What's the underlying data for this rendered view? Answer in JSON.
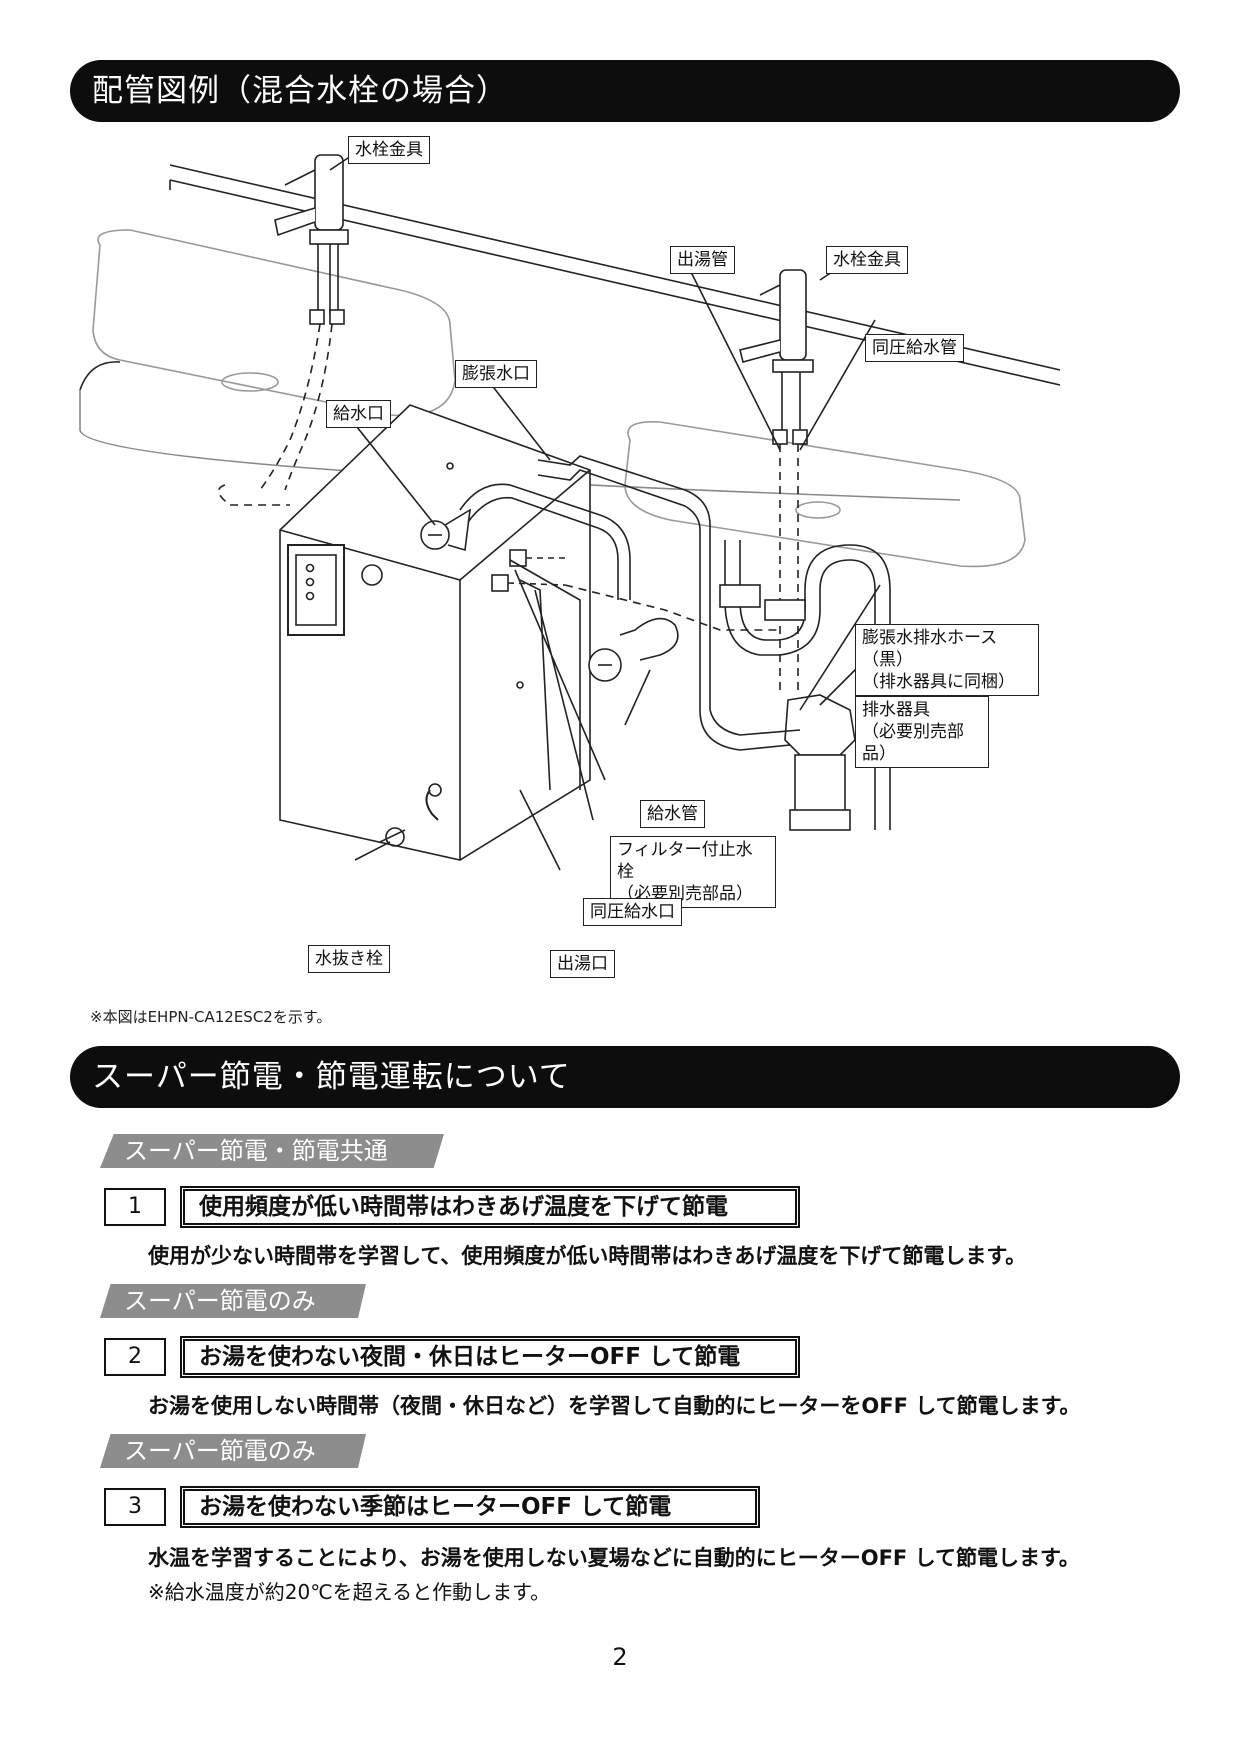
{
  "section1": {
    "title": "配管図例（混合水栓の場合）"
  },
  "diagram": {
    "labels": {
      "faucet_left": "水栓金具",
      "hot_outlet_pipe": "出湯管",
      "faucet_right": "水栓金具",
      "same_pressure_pipe": "同圧給水管",
      "expansion_port": "膨張水口",
      "water_inlet": "給水口",
      "expansion_hose": "膨張水排水ホース（黒）",
      "expansion_hose_note": "（排水器具に同梱）",
      "drain_fitting": "排水器具",
      "drain_fitting_note": "（必要別売部品）",
      "supply_pipe": "給水管",
      "filter_valve": "フィルター付止水栓",
      "filter_valve_note": "（必要別売部品）",
      "same_pressure_port": "同圧給水口",
      "drain_plug": "水抜き栓",
      "hot_outlet_port": "出湯口"
    },
    "note": "※本図はEHPN-CA12ESC2を示す。"
  },
  "section2": {
    "title": "スーパー節電・節電運転について",
    "items": [
      {
        "tag": "スーパー節電・節電共通",
        "number": "1",
        "heading": "使用頻度が低い時間帯はわきあげ温度を下げて節電",
        "description": "使用が少ない時間帯を学習して、使用頻度が低い時間帯はわきあげ温度を下げて節電します。"
      },
      {
        "tag": "スーパー節電のみ",
        "number": "2",
        "heading": "お湯を使わない夜間・休日はヒーターOFF して節電",
        "description": "お湯を使用しない時間帯（夜間・休日など）を学習して自動的にヒーターをOFF して節電します。"
      },
      {
        "tag": "スーパー節電のみ",
        "number": "3",
        "heading": "お湯を使わない季節はヒーターOFF して節電",
        "description": "水温を学習することにより、お湯を使用しない夏場などに自動的にヒーターOFF して節電します。",
        "subnote": "※給水温度が約20℃を超えると作動します。"
      }
    ]
  },
  "page_number": "2"
}
